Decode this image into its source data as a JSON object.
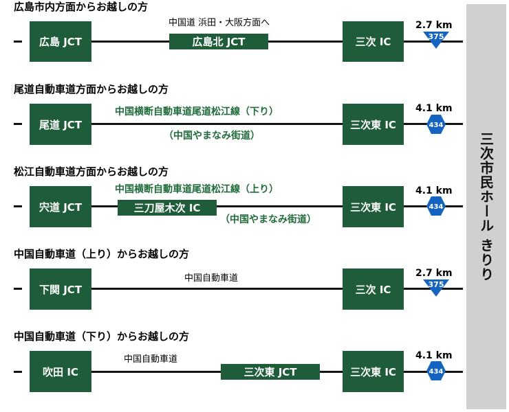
{
  "destination": "三次市民ホール きりり",
  "colors": {
    "box": "#1f5c3a",
    "green_text": "#1f6b3a",
    "shield": "#1565c0",
    "sidebar": "#d0d0d0"
  },
  "routes": [
    {
      "title": "広島市内方面からお越しの方",
      "start_box": "広島 JCT",
      "mid_note": "中国道 浜田・大阪方面へ",
      "mid_box": "広島北 JCT",
      "end_box": "三次 IC",
      "distance": "2.7 km",
      "route_no": "375",
      "shield_icon": "national-route-shield-icon"
    },
    {
      "title": "尾道自動車道方面からお越しの方",
      "start_box": "尾道 JCT",
      "expressway": "中国横断自動車道尾道松江線（下り）",
      "nickname": "（中国やまなみ街道）",
      "end_box": "三次東 IC",
      "distance": "4.1 km",
      "route_no": "434",
      "shield_icon": "prefectural-route-shield-icon"
    },
    {
      "title": "松江自動車道方面からお越しの方",
      "start_box": "宍道 JCT",
      "expressway": "中国横断自動車道尾道松江線（上り）",
      "mid_box": "三刀屋木次 IC",
      "nickname": "（中国やまなみ街道）",
      "end_box": "三次東 IC",
      "distance": "4.1 km",
      "route_no": "434",
      "shield_icon": "prefectural-route-shield-icon"
    },
    {
      "title": "中国自動車道（上り）からお越しの方",
      "start_box": "下関 JCT",
      "mid_note": "中国自動車道",
      "end_box": "三次 IC",
      "distance": "2.7 km",
      "route_no": "375",
      "shield_icon": "national-route-shield-icon"
    },
    {
      "title": "中国自動車道（下り）からお越しの方",
      "start_box": "吹田 IC",
      "mid_note": "中国自動車道",
      "mid_box": "三次東 JCT",
      "end_box": "三次東 IC",
      "distance": "4.1 km",
      "route_no": "434",
      "shield_icon": "prefectural-route-shield-icon"
    }
  ]
}
